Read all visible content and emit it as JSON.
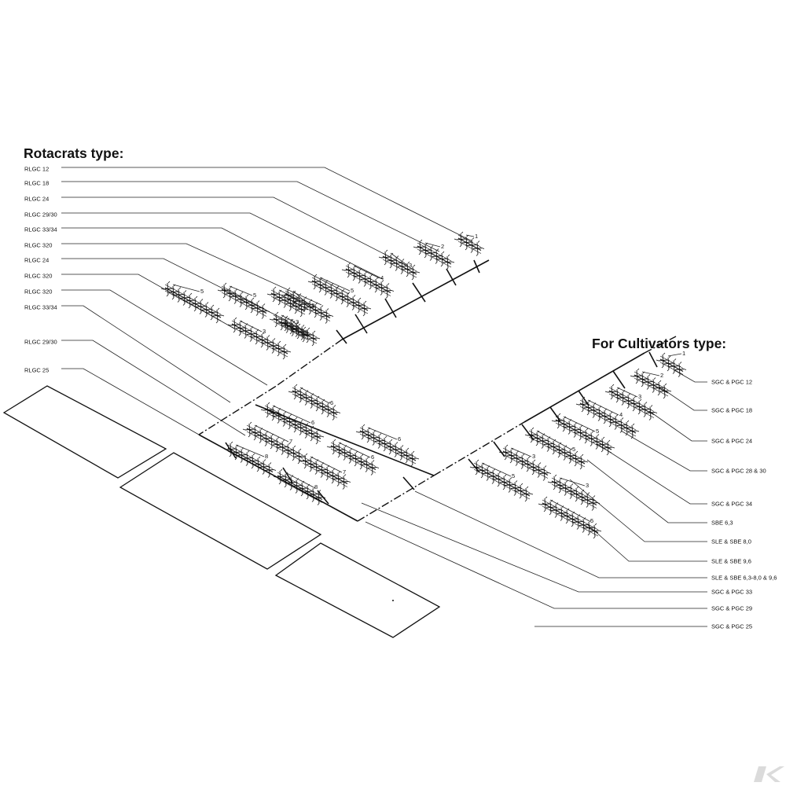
{
  "rotacrats": {
    "heading": "Rotacrats type:",
    "labels": [
      "RLGC 12",
      "RLGC 18",
      "RLGC 24",
      "RLGC 29/30",
      "RLGC 33/34",
      "RLGC 320",
      "RLGC 24",
      "RLGC 320",
      "RLGC 320",
      "RLGC 33/34",
      "RLGC 29/30",
      "RLGC 25"
    ]
  },
  "cultivators": {
    "heading": "For Cultivators type:",
    "labels": [
      "SGC & PGC 12",
      "SGC & PGC 18",
      "SGC & PGC 24",
      "SGC & PGC 28 & 30",
      "SGC & PGC 34",
      "SBE 6,3",
      "SLE & SBE 8,0",
      "SLE & SBE 9,6",
      "SLE & SBE 6,3-8,0 & 9,6",
      "SGC & PGC 33",
      "SGC & PGC 29",
      "SGC & PGC 25"
    ]
  },
  "rollers": {
    "upper": [
      "1",
      "2",
      "3",
      "4",
      "5",
      "3",
      "5",
      "3",
      "5",
      "3",
      "5",
      "5"
    ],
    "middle": [
      "6",
      "6",
      "6",
      "7",
      "6",
      "8",
      "7",
      "8"
    ],
    "right": [
      "1",
      "2",
      "3",
      "4",
      "5",
      "5",
      "3",
      "3",
      "5",
      "5"
    ]
  }
}
